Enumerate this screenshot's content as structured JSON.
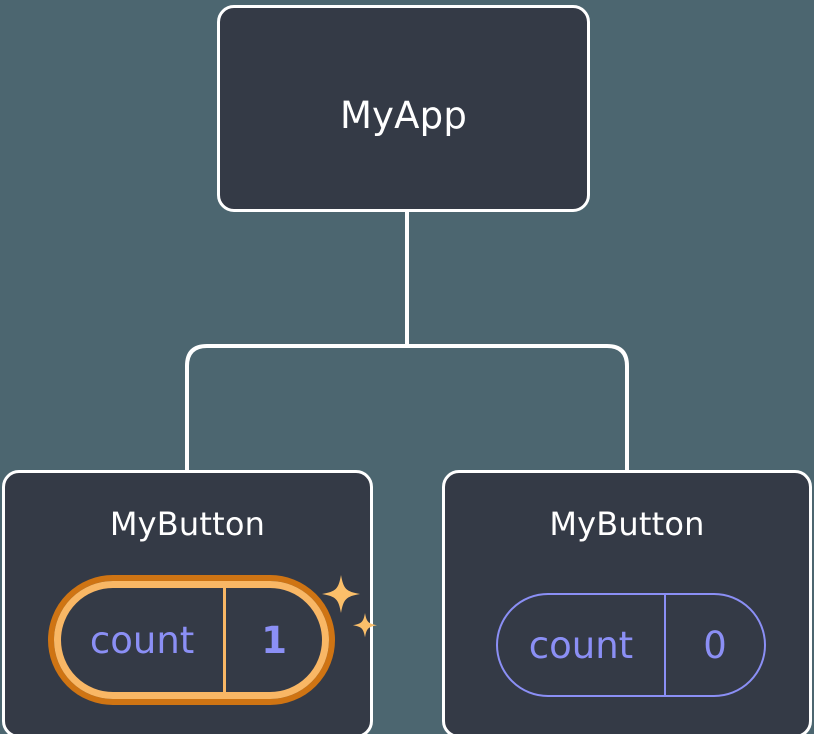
{
  "diagram": {
    "type": "component-tree",
    "background_color": "#4c6670",
    "node_fill_color": "#343a46",
    "node_border_color": "#ffffff",
    "edge_color": "#ffffff",
    "accent_highlight_outer": "#cf7413",
    "accent_highlight_inner": "#f9b765",
    "state_text_color": "#8b8ff5",
    "sparkle_color": "#fbbf6a",
    "root": {
      "title": "MyApp"
    },
    "children": [
      {
        "title": "MyButton",
        "state": {
          "key": "count",
          "value": "1"
        },
        "highlighted": true,
        "sparkles": true
      },
      {
        "title": "MyButton",
        "state": {
          "key": "count",
          "value": "0"
        },
        "highlighted": false,
        "sparkles": false
      }
    ]
  }
}
